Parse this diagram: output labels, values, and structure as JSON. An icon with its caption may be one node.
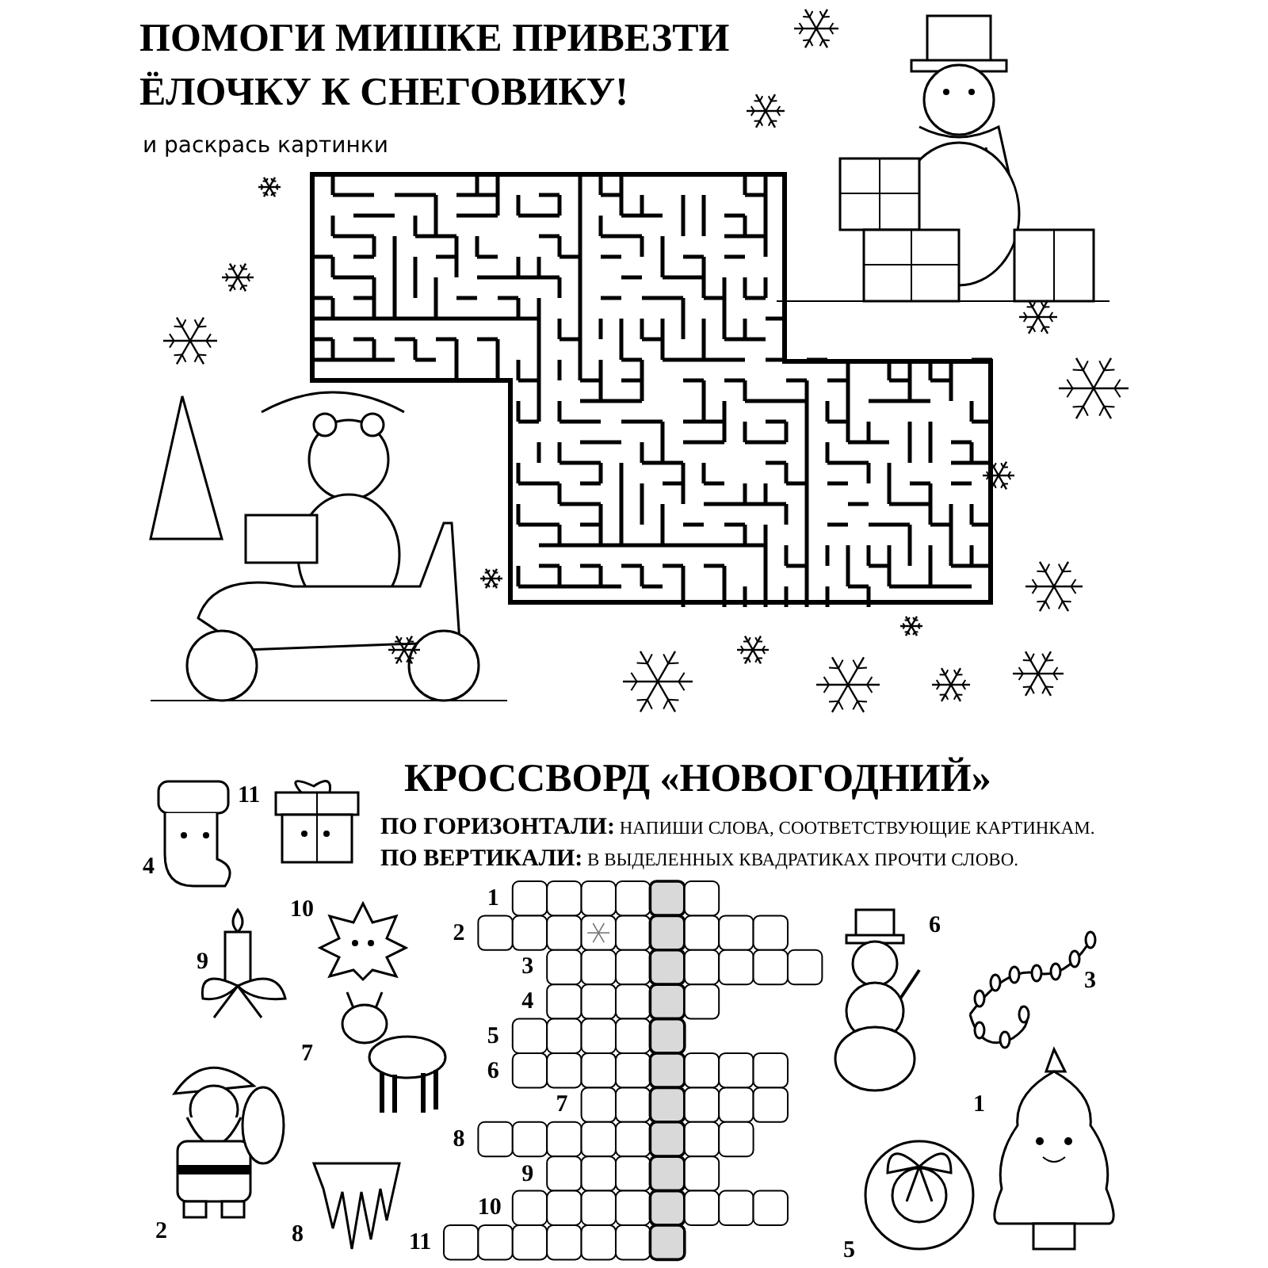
{
  "diagram": {
    "title": "ПОМОГИ МИШКЕ ПРИВЕЗТИ ЁЛОЧКУ К СНЕГОВИКУ!",
    "labels": [
      "и раскрась картинки",
      "КРОССВОРД «НОВОГОДНИЙ»",
      "**ПО ГОРИЗОНТАЛИ:** НАПИШИ СЛОВА, СООТВЕТСТВУЮЩИЕ КАРТИНКАМ.",
      "**ПО ВЕРТИКАЛИ:** В ВЫДЕЛЕННЫХ КВАДРАТИКАХ ПРОЧТИ СЛОВО.",
      "1",
      "2",
      "3",
      "4",
      "5",
      "6",
      "7",
      "8",
      "9",
      "10",
      "11",
      "11",
      "4",
      "10",
      "6",
      "9",
      "3",
      "7",
      "1",
      "2",
      "8",
      "5"
    ]
  }
}
